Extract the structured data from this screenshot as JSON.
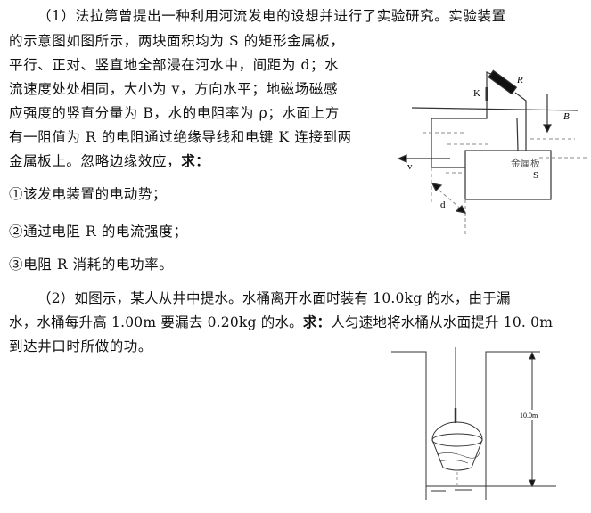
{
  "part1": {
    "lines": [
      "（1）法拉第曾提出一种利用河流发电的设想并进行了实验研究。实验装置",
      "的示意图如图所示，两块面积均为 S 的矩形金属板，",
      "平行、正对、竖直地全部浸在河水中，间距为 d；水",
      "流速度处处相同，大小为 v，方向水平；地磁场磁感",
      "应强度的竖直分量为 B，水的电阻率为 ρ；水面上方",
      "有一阻值为 R 的电阻通过绝缘导线和电键 K 连接到两",
      "金属板上。忽略边缘效应，"
    ],
    "ask": "求：",
    "questions": [
      "①该发电装置的电动势；",
      "②通过电阻 R 的电流强度；",
      "③电阻 R 消耗的电功率。"
    ]
  },
  "part2": {
    "lines": [
      "（2）如图示，某人从井中提水。水桶离开水面时装有 10.0kg 的水，由于漏",
      "水，水桶每升高 1.00m 要漏去 0.20kg 的水。",
      "人匀速地将水桶从水面提升 10. 0m",
      "到达井口时所做的功。"
    ],
    "ask": "求："
  },
  "figure1": {
    "R": "R",
    "K": "K",
    "B": "B",
    "v": "v",
    "d": "d",
    "plate": "金属板",
    "S": "S"
  },
  "figure2": {
    "height": "10.0m"
  }
}
